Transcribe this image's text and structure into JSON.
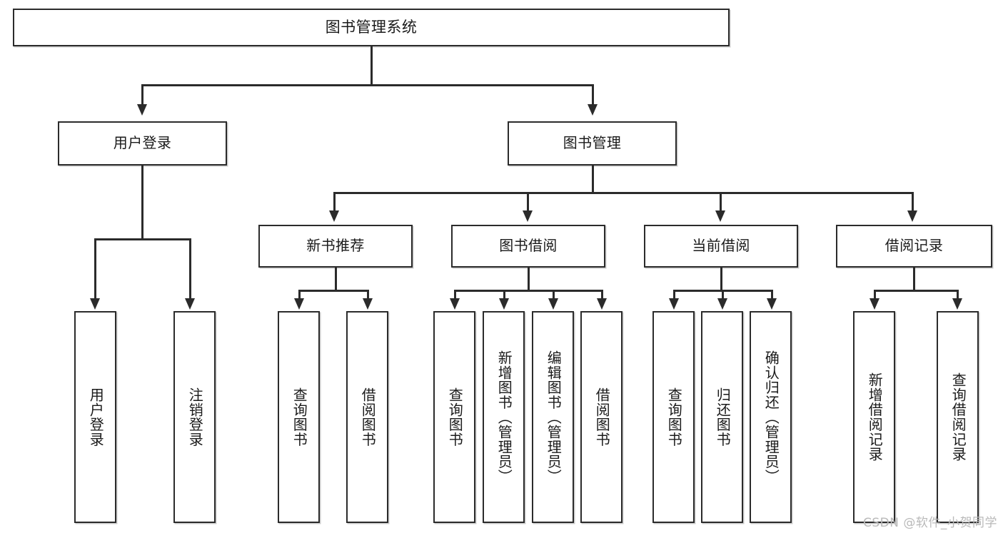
{
  "diagram": {
    "type": "tree",
    "title": "图书管理系统",
    "orientation": "top-down",
    "style": {
      "box_border_color": "#2b2b2b",
      "box_fill_color": "#ffffff",
      "connector_color": "#2b2b2b",
      "background_color": "#ffffff",
      "watermark_color": "#b9b9b9"
    },
    "root": {
      "label": "图书管理系统"
    },
    "level2": [
      {
        "label": "用户登录"
      },
      {
        "label": "图书管理"
      }
    ],
    "level3": [
      {
        "label": "新书推荐"
      },
      {
        "label": "图书借阅"
      },
      {
        "label": "当前借阅"
      },
      {
        "label": "借阅记录"
      }
    ],
    "leaves": {
      "user_login": [
        {
          "label": "用户登录"
        },
        {
          "label": "注销登录"
        }
      ],
      "new_book_recommend": [
        {
          "label": "查询图书"
        },
        {
          "label": "借阅图书"
        }
      ],
      "book_borrow": [
        {
          "label": "查询图书"
        },
        {
          "label": "新增图书（管理员）"
        },
        {
          "label": "编辑图书（管理员）"
        },
        {
          "label": "借阅图书"
        }
      ],
      "current_borrow": [
        {
          "label": "查询图书"
        },
        {
          "label": "归还图书"
        },
        {
          "label": "确认归还（管理员）"
        }
      ],
      "borrow_record": [
        {
          "label": "新增借阅记录"
        },
        {
          "label": "查询借阅记录"
        }
      ]
    }
  },
  "watermark": {
    "text": "CSDN @软件_小贺同学"
  }
}
